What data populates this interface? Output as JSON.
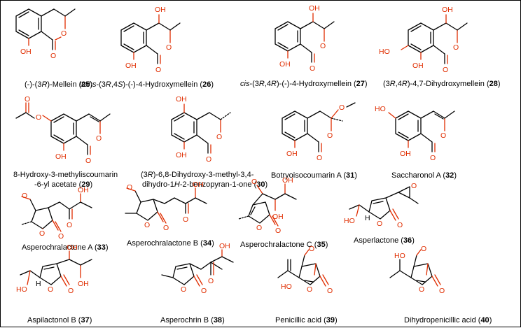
{
  "figure": {
    "compounds": [
      {
        "id": "c25",
        "prefix": "(-)-(3",
        "r1": "R",
        "mid": ")-Mellein (",
        "num": "25",
        "suffix": ")"
      },
      {
        "id": "c26",
        "prefix": "trans",
        "p2": "-(3",
        "r1": "R",
        "sep": ",4",
        "r2": "S",
        "mid": ")-(-)-4-Hydroxymellein (",
        "num": "26",
        "suffix": ")"
      },
      {
        "id": "c27",
        "prefix": "cis",
        "p2": "-(3",
        "r1": "R",
        "sep": ",4",
        "r2": "R",
        "mid": ")-(-)-4-Hydroxymellein (",
        "num": "27",
        "suffix": ")"
      },
      {
        "id": "c28",
        "prefix": "(3",
        "r1": "R",
        "sep": ",4",
        "r2": "R",
        "mid": ")-4,7-Dihydroxymellein (",
        "num": "28",
        "suffix": ")"
      },
      {
        "id": "c29",
        "line1": "8-Hydroxy-3-methyliscoumarin",
        "line2": "-6-yl acetate (",
        "num": "29",
        "suffix": ")"
      },
      {
        "id": "c30",
        "line1a": "(3",
        "r1": "R",
        "line1b": ")-6,8-Dihydroxy-3-methyl-3,4-",
        "line2a": "dihydro-1",
        "h": "H",
        "line2b": "-2-benzopyran-1-one (",
        "num": "30",
        "suffix": ")"
      },
      {
        "id": "c31",
        "text": "Botryoisocoumarin A (",
        "num": "31",
        "suffix": ")"
      },
      {
        "id": "c32",
        "text": "Saccharonol A (",
        "num": "32",
        "suffix": ")"
      },
      {
        "id": "c33",
        "text": "Asperochralactone A (",
        "num": "33",
        "suffix": ")"
      },
      {
        "id": "c34",
        "text": "Asperochralactone B (",
        "num": "34",
        "suffix": ")"
      },
      {
        "id": "c35",
        "text": "Asperochralactone C (",
        "num": "35",
        "suffix": ")"
      },
      {
        "id": "c36",
        "text": "Asperlactone (",
        "num": "36",
        "suffix": ")"
      },
      {
        "id": "c37",
        "text": "Aspilactonol B (",
        "num": "37",
        "suffix": ")"
      },
      {
        "id": "c38",
        "text": "Asperochrin B (",
        "num": "38",
        "suffix": ")"
      },
      {
        "id": "c39",
        "text": "Penicillic acid (",
        "num": "39",
        "suffix": ")"
      },
      {
        "id": "c40",
        "text": "Dihydropenicillic acid (",
        "num": "40",
        "suffix": ")"
      }
    ],
    "atoms": {
      "oxygen": "O",
      "hydroxyl_right": "OH",
      "hydroxyl_left": "HO",
      "hydrogen": "H"
    },
    "colors": {
      "heteroatom": "#e02d00",
      "bond": "#000000",
      "background": "#ffffff"
    }
  }
}
